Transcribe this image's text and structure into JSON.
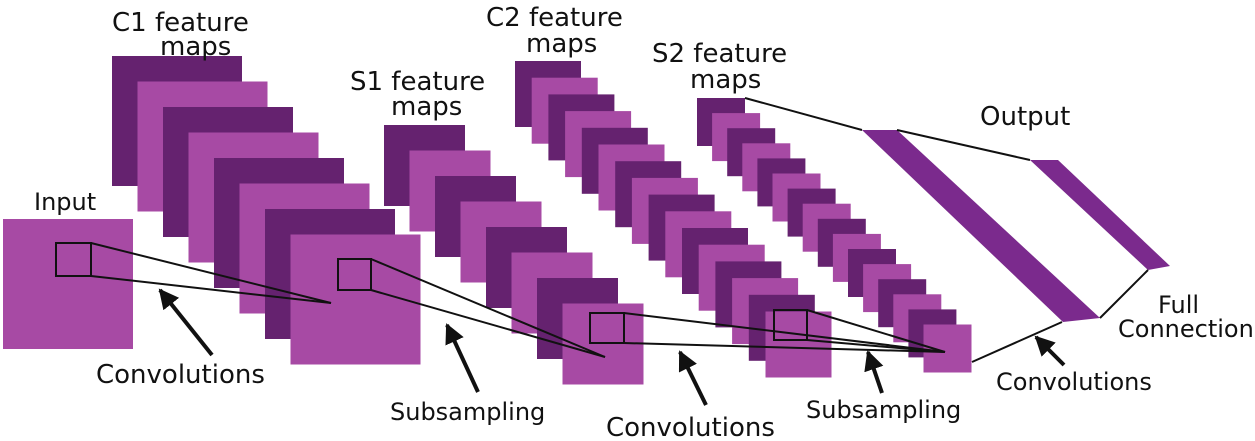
{
  "labels": {
    "input": "Input",
    "c1_line1": "C1 feature",
    "c1_line2": "maps",
    "s1_line1": "S1 feature",
    "s1_line2": "maps",
    "c2_line1": "C2 feature",
    "c2_line2": "maps",
    "s2_line1": "S2 feature",
    "s2_line2": "maps",
    "output": "Output",
    "full_line1": "Full",
    "full_line2": "Connection",
    "convolutions_1": "Convolutions",
    "subsampling_1": "Subsampling",
    "convolutions_2": "Convolutions",
    "subsampling_2": "Subsampling",
    "convolutions_3": "Convolutions"
  },
  "colors": {
    "dark": "#65226f",
    "light": "#a74aa4",
    "output": "#7b2a8d",
    "stroke": "#111111"
  },
  "layers": {
    "c1_maps": 8,
    "s1_maps": 8,
    "c2_maps": 16,
    "s2_maps": 16
  }
}
